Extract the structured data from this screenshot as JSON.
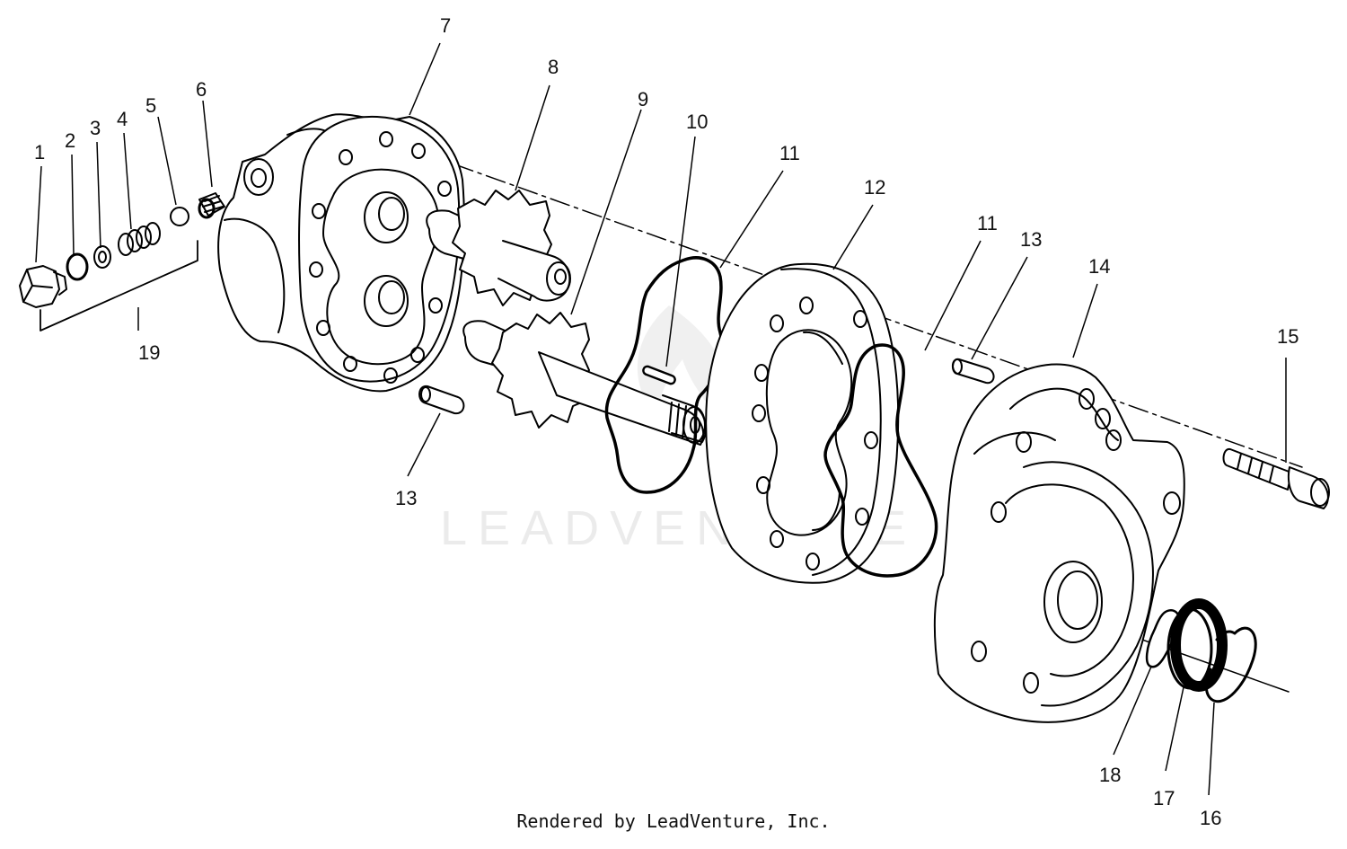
{
  "diagram": {
    "callouts": [
      "1",
      "2",
      "3",
      "4",
      "5",
      "6",
      "7",
      "8",
      "9",
      "10",
      "11",
      "11",
      "12",
      "13",
      "13",
      "14",
      "15",
      "16",
      "17",
      "18",
      "19"
    ]
  },
  "watermark": {
    "text": "LEADVENTURE"
  },
  "footer": {
    "text": "Rendered by LeadVenture, Inc."
  },
  "colors": {
    "line": "#000000",
    "background": "#ffffff",
    "watermark": "#e9e9e9"
  }
}
